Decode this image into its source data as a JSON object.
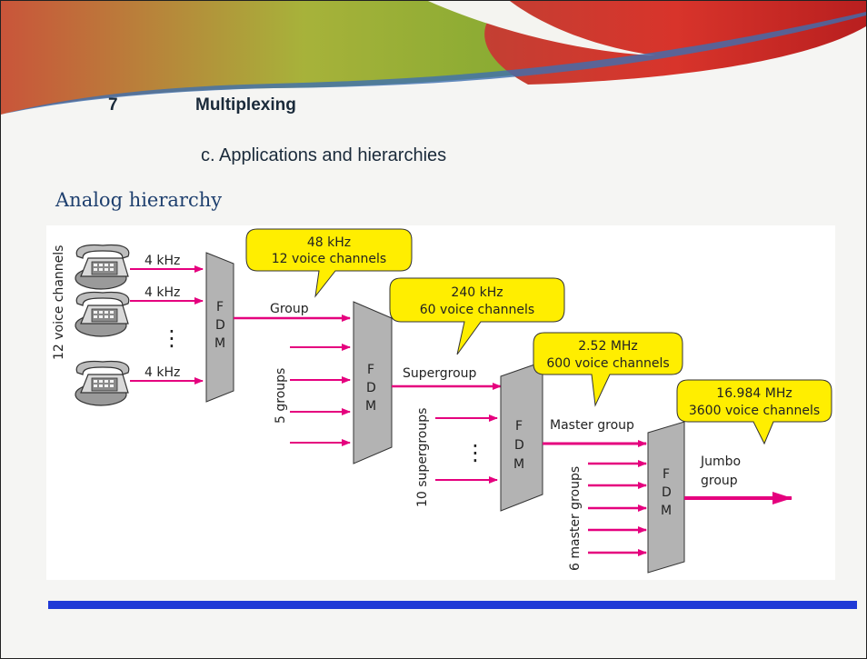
{
  "slide": {
    "number": "7",
    "title": "Multiplexing",
    "subtitle": "c. Applications and hierarchies",
    "section_heading": "Analog hierarchy"
  },
  "diagram": {
    "fdm_label": [
      "F",
      "D",
      "M"
    ],
    "left_axis_label": "12 voice channels",
    "input_labels": [
      "4 kHz",
      "4 kHz",
      "4 kHz"
    ],
    "ellipsis": "⋮",
    "stage1_output": "Group",
    "stage1_bubble": [
      "48 kHz",
      "12 voice channels"
    ],
    "stage2_inputs_label": "5 groups",
    "stage2_output": "Supergroup",
    "stage2_bubble": [
      "240 kHz",
      "60 voice channels"
    ],
    "stage3_inputs_label": "10 supergroups",
    "stage3_output": "Master group",
    "stage3_bubble": [
      "2.52 MHz",
      "600 voice channels"
    ],
    "stage4_inputs_label": "6 master groups",
    "stage4_output": [
      "Jumbo",
      "group"
    ],
    "stage4_bubble": [
      "16.984 MHz",
      "3600 voice channels"
    ]
  },
  "colors": {
    "arrow": "#e5007e",
    "callout_fill": "#ffee00",
    "fdm_fill": "#b3b3b3",
    "bottom_bar": "#1f39d6",
    "heading": "#1e3f6e"
  }
}
